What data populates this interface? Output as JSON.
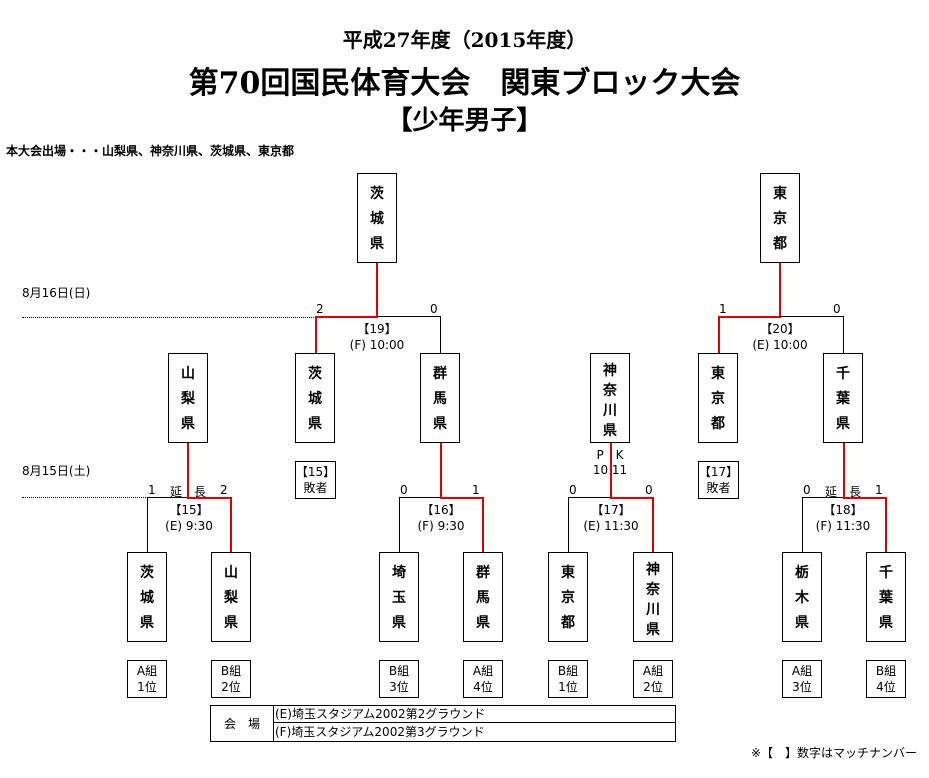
{
  "header": {
    "line1": "平成27年度（2015年度）",
    "line2": "第70回国民体育大会　関東ブロック大会",
    "line3": "【少年男子】"
  },
  "intro": "本大会出場・・・山梨県、神奈川県、茨城県、東京都",
  "dates": {
    "day2": "8月16日(日)",
    "day1": "8月15日(土)"
  },
  "teams": {
    "top_ibaraki": [
      "茨",
      "城",
      "県"
    ],
    "top_tokyo": [
      "東",
      "京",
      "都"
    ],
    "m19_ibaraki": [
      "茨",
      "城",
      "県"
    ],
    "m19_gunma": [
      "群",
      "馬",
      "県"
    ],
    "m20_tokyo": [
      "東",
      "京",
      "都"
    ],
    "m20_chiba": [
      "千",
      "葉",
      "県"
    ],
    "yamanashi_q": [
      "山",
      "梨",
      "県"
    ],
    "kanagawa_q": [
      "神",
      "奈",
      "川",
      "県"
    ],
    "r1_ibaraki": [
      "茨",
      "城",
      "県"
    ],
    "r1_yamanashi": [
      "山",
      "梨",
      "県"
    ],
    "r1_saitama": [
      "埼",
      "玉",
      "県"
    ],
    "r1_gunma": [
      "群",
      "馬",
      "県"
    ],
    "r1_tokyo": [
      "東",
      "京",
      "都"
    ],
    "r1_kanagawa": [
      "神",
      "奈",
      "川",
      "県"
    ],
    "r1_tochigi": [
      "栃",
      "木",
      "県"
    ],
    "r1_chiba": [
      "千",
      "葉",
      "県"
    ]
  },
  "matches": {
    "m19": {
      "no": "【19】",
      "time": "(F) 10:00",
      "score_left": "2",
      "score_right": "0"
    },
    "m20": {
      "no": "【20】",
      "time": "(E) 10:00",
      "score_left": "1",
      "score_right": "0"
    },
    "m15": {
      "no": "【15】",
      "time": "(E) 9:30",
      "score_left": "1",
      "score_right": "2",
      "extra": "延　長"
    },
    "m16": {
      "no": "【16】",
      "time": "(F) 9:30",
      "score_left": "0",
      "score_right": "1"
    },
    "m17": {
      "no": "【17】",
      "time": "(E) 11:30",
      "score_left": "0",
      "score_right": "0",
      "pk_label": "P　K",
      "pk_score": "10 11"
    },
    "m18": {
      "no": "【18】",
      "time": "(F) 11:30",
      "score_left": "0",
      "score_right": "1",
      "extra": "延　長"
    }
  },
  "losers": {
    "l15": {
      "no": "【15】",
      "label": "敗者"
    },
    "l17": {
      "no": "【17】",
      "label": "敗者"
    }
  },
  "groups": [
    {
      "g": "A組",
      "p": "1位"
    },
    {
      "g": "B組",
      "p": "2位"
    },
    {
      "g": "B組",
      "p": "3位"
    },
    {
      "g": "A組",
      "p": "4位"
    },
    {
      "g": "B組",
      "p": "1位"
    },
    {
      "g": "A組",
      "p": "2位"
    },
    {
      "g": "A組",
      "p": "3位"
    },
    {
      "g": "B組",
      "p": "4位"
    }
  ],
  "venue": {
    "label": "会　場",
    "e": "(E)埼玉スタジアム2002第2グラウンド",
    "f": "(F)埼玉スタジアム2002第3グラウンド"
  },
  "note": "※【　】数字はマッチナンバー",
  "colors": {
    "winner_line": "#e00000",
    "line": "#000000"
  }
}
